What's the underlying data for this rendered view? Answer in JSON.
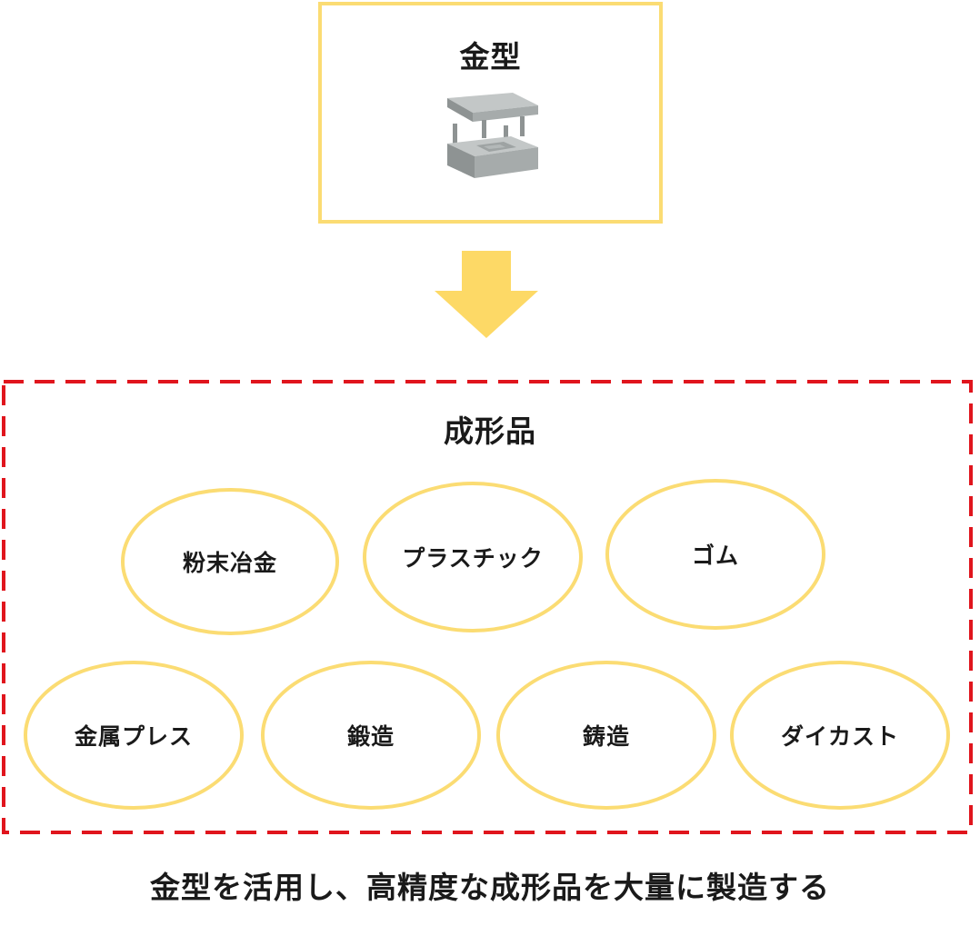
{
  "mold": {
    "title": "金型",
    "icon": "mold-icon"
  },
  "arrow": {
    "icon": "down-arrow-icon",
    "color": "#fdd966"
  },
  "products": {
    "title": "成形品",
    "frame_color": "#e0151d",
    "ellipse_color": "#fbdc73",
    "items": [
      "粉末冶金",
      "プラスチック",
      "ゴム",
      "金属プレス",
      "鍛造",
      "鋳造",
      "ダイカスト"
    ]
  },
  "caption": "金型を活用し、高精度な成形品を大量に製造する"
}
